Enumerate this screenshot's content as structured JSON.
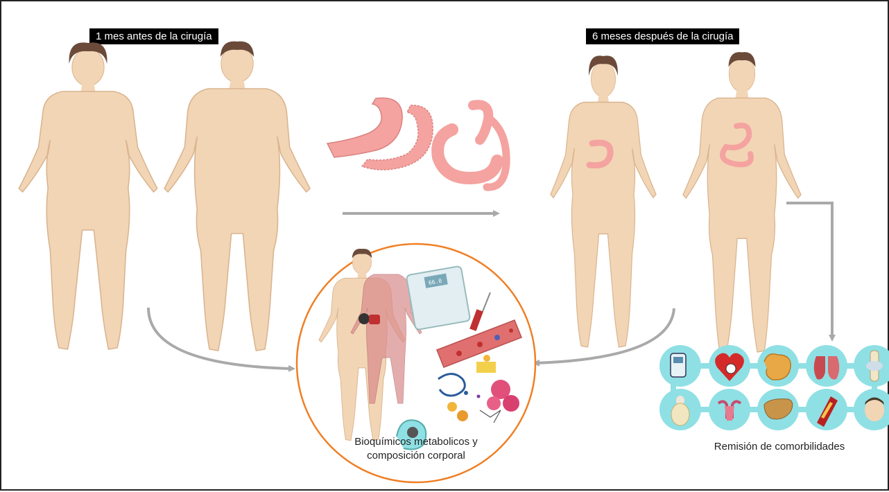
{
  "labels": {
    "before": "1 mes antes de la cirugía",
    "after": "6  meses después de la cirugía"
  },
  "center_caption": {
    "line1": "Bioquímicos metabolicos y",
    "line2": "composición corporal"
  },
  "right_caption": "Remisión de comorbilidades",
  "scale_display": "66.0",
  "comorbidity_icons": [
    "glucometer-icon",
    "heart-pressure-icon",
    "stomach-icon",
    "lungs-icon",
    "knee-joint-icon",
    "obese-body-icon",
    "uterus-icon",
    "liver-icon",
    "artery-icon",
    "face-icon"
  ],
  "colors": {
    "skin": "#f2d5b5",
    "skin_outline": "#d9b48f",
    "hair": "#6b4a3a",
    "stomach": "#f4a3a0",
    "arrow": "#a9a9a9",
    "circle": "#f07f24",
    "icon_bg": "#8fe0e4"
  }
}
